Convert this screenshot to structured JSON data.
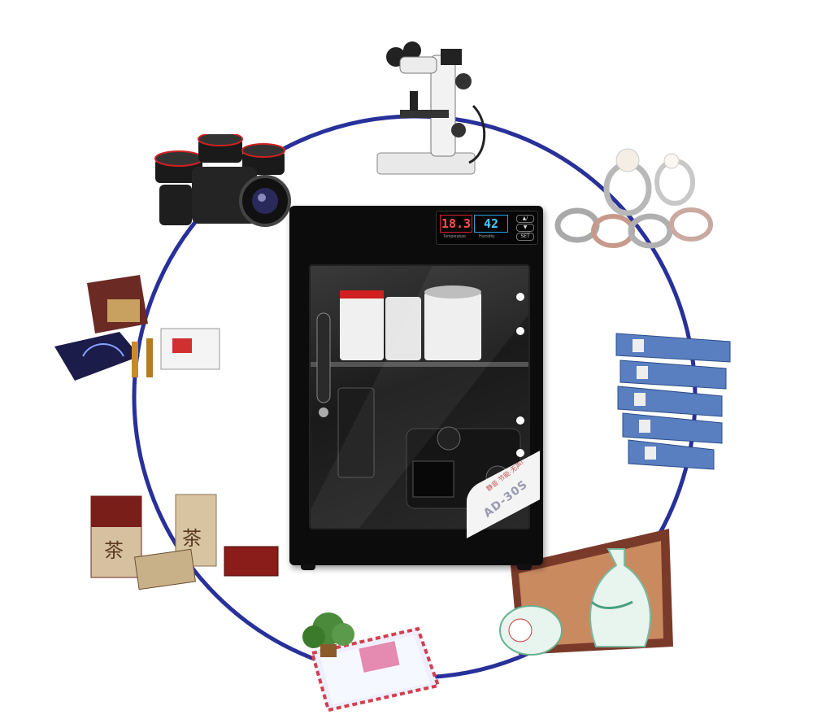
{
  "cabinet": {
    "temperature_reading": "18.3",
    "humidity_reading": "42",
    "temperature_caption": "Temperature",
    "humidity_caption": "Humidity",
    "button_up": "▲/",
    "button_down": "▼",
    "button_set": "SET",
    "model_label": "AD-30S",
    "slogan": "静音·节能·无声!"
  },
  "colors": {
    "ring": "#28309a",
    "cabinet_body": "#0c0c0c",
    "temp_display": "#ff5050",
    "humidity_display": "#50c8ff"
  },
  "stored_items": [
    {
      "name": "microscope"
    },
    {
      "name": "pearl-rings-jewelry"
    },
    {
      "name": "blue-document-binders"
    },
    {
      "name": "porcelain-vases"
    },
    {
      "name": "stamp-album-and-plant"
    },
    {
      "name": "tea-boxes"
    },
    {
      "name": "gift-boxes-and-bottles"
    },
    {
      "name": "camera-and-lenses"
    }
  ]
}
